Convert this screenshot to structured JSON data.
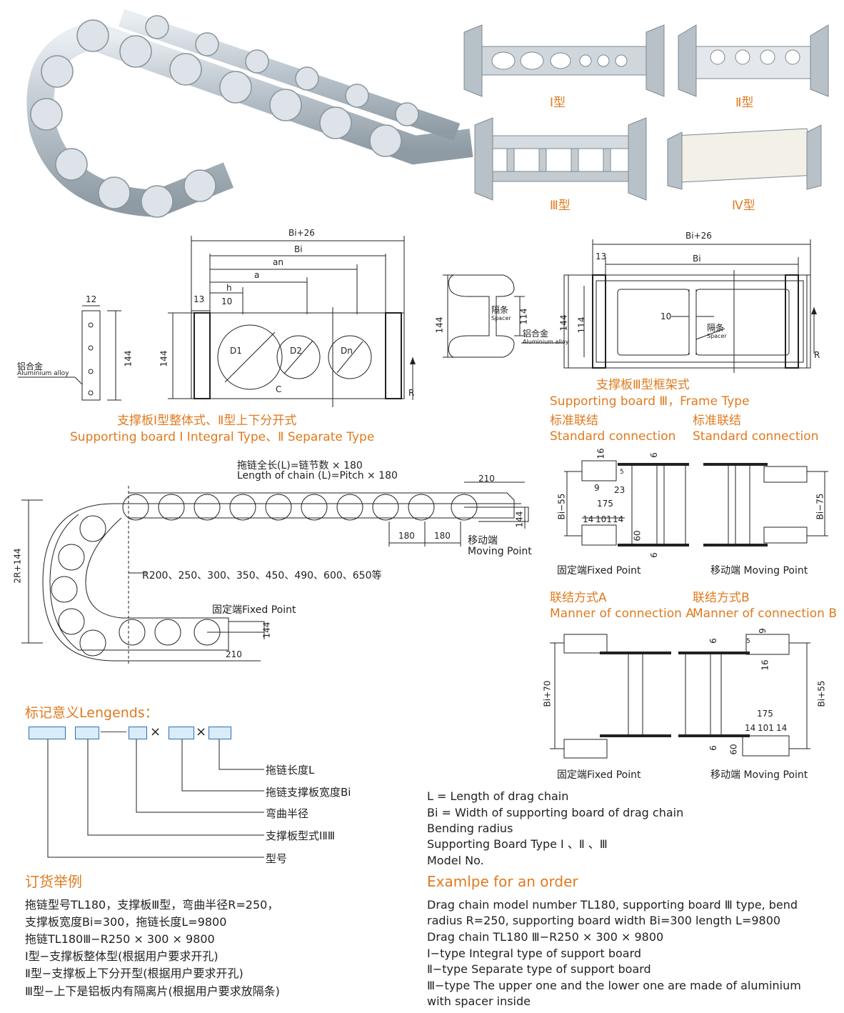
{
  "photos": {
    "type1": "Ⅰ型",
    "type2": "Ⅱ型",
    "type3": "Ⅲ型",
    "type4": "Ⅳ型"
  },
  "diagram1": {
    "bi26": "Bi+26",
    "bi": "Bi",
    "an": "an",
    "a": "a",
    "h": "h",
    "d13": "13",
    "d10": "10",
    "d12": "12",
    "d144a": "144",
    "d144b": "144",
    "D1": "D1",
    "D2": "D2",
    "Dn": "Dn",
    "C": "C",
    "R": "R",
    "alloy_cn": "铝合金",
    "alloy_en": "Aluminium alloy",
    "caption_cn": "支撑板Ⅰ型整体式、Ⅱ型上下分开式",
    "caption_en": "Supporting board Ⅰ Integral Type、Ⅱ Separate Type"
  },
  "diagram2": {
    "bi26": "Bi+26",
    "bi": "Bi",
    "d13": "13",
    "d144": "144",
    "d114": "114",
    "d144b": "144",
    "d114b": "114",
    "d10": "10",
    "R": "R",
    "spacer_cn": "隔条",
    "spacer_en": "Spacer",
    "alloy_cn": "铝合金",
    "alloy_en": "Aluminium alloy",
    "caption_cn": "支撑板Ⅲ型框架式",
    "caption_en": "Supporting board Ⅲ，Frame Type"
  },
  "std": {
    "left_cn": "标准联结",
    "left_en": "Standard connection",
    "right_cn": "标准联结",
    "right_en": "Standard connection",
    "d16": "16",
    "d6a": "6",
    "d9": "9",
    "d23": "23",
    "d5": "5",
    "d175": "175",
    "d14a": "14",
    "d101": "101",
    "d14b": "14",
    "d60": "60",
    "d6b": "6",
    "bi55": "Bi−55",
    "bi75": "Bi−75",
    "fixed": "固定端Fixed Point",
    "moving": "移动端 Moving Point"
  },
  "chain": {
    "length_cn": "拖链全长(L)=链节数 × 180",
    "length_en": "Length of chain (L)=Pitch × 180",
    "d210a": "210",
    "d144a": "144",
    "d180a": "180",
    "d180b": "180",
    "moving_cn": "移动端",
    "moving_en": "Moving Point",
    "radius": "R200、250、300、350、450、490、600、650等",
    "h2r": "2R+144",
    "fixed": "固定端Fixed Point",
    "d144b": "144",
    "d210b": "210"
  },
  "conn": {
    "a_cn": "联结方式A",
    "a_en": "Manner of connection A",
    "b_cn": "联结方式B",
    "b_en": "Manner of connection B",
    "bi70": "Bi+70",
    "bi55": "Bi+55",
    "d6a": "6",
    "d9": "9",
    "d5": "5",
    "d16": "16",
    "d175": "175",
    "d14a": "14",
    "d101": "101",
    "d14b": "14",
    "d6b": "6",
    "d60": "60",
    "fixed": "固定端Fixed Point",
    "moving": "移动端 Moving Point"
  },
  "legend": {
    "title": "标记意义Lengends：",
    "items": [
      "拖链长度L",
      "拖链支撑板宽度Bi",
      "弯曲半径",
      "支撑板型式ⅠⅡⅢ",
      "型号"
    ],
    "en": [
      "L = Length of drag chain",
      "Bi = Width of supporting board of drag chain",
      "Bending radius",
      "Supporting Board Type Ⅰ 、Ⅱ 、Ⅲ",
      "Model No."
    ]
  },
  "order_cn": {
    "title": "订货举例",
    "lines": [
      "拖链型号TL180，支撑板Ⅲ型，弯曲半径R=250，",
      "支撑板宽度Bi=300，拖链长度L=9800",
      "拖链TL180Ⅲ−R250 × 300 × 9800",
      "Ⅰ型−支撑板整体型(根据用户要求开孔)",
      "Ⅱ型−支撑板上下分开型(根据用户要求开孔)",
      "Ⅲ型−上下是铝板内有隔离片(根据用户要求放隔条)"
    ]
  },
  "order_en": {
    "title": "Examlpe for an order",
    "lines": [
      "Drag chain model number TL180, supporting board Ⅲ type, bend",
      "radius R=250, supporting board width Bi=300 length L=9800",
      "Drag chain TL180 Ⅲ−R250 × 300 × 9800",
      "Ⅰ−type Integral type of support board",
      "Ⅱ−type Separate type of support board",
      "Ⅲ−type The upper one and the lower one are made of aluminium",
      "with spacer inside"
    ]
  }
}
